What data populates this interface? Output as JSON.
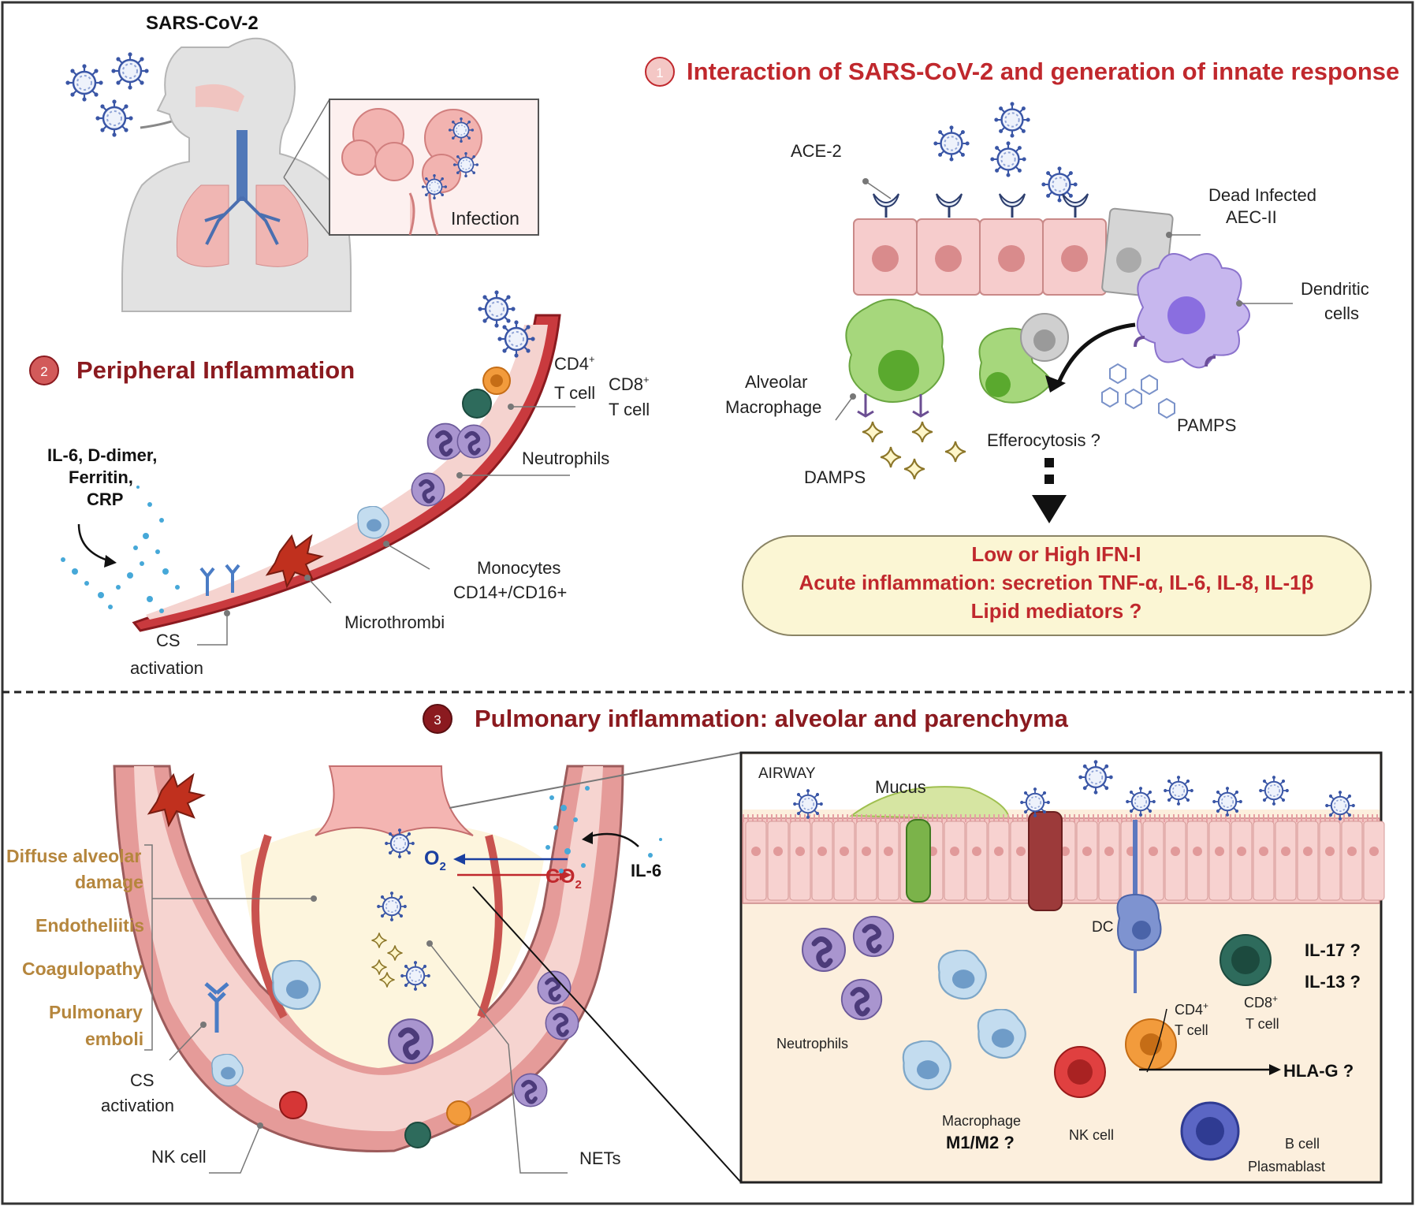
{
  "virus_title": "SARS-CoV-2",
  "infection_label": "Infection",
  "section1": {
    "number": "1",
    "title": "Interaction of SARS-CoV-2 and generation of innate response",
    "ace2": "ACE-2",
    "dead_infected_1": "Dead Infected",
    "dead_infected_2": "AEC-II",
    "dendritic_1": "Dendritic",
    "dendritic_2": "cells",
    "alveolar_1": "Alveolar",
    "alveolar_2": "Macrophage",
    "damps": "DAMPS",
    "efferocytosis": "Efferocytosis ?",
    "pamps": "PAMPS",
    "outcome_1": "Low or High  IFN-I",
    "outcome_2": "Acute inflammation:  secretion TNF-α, IL-6, IL-8, IL-1β",
    "outcome_3": "Lipid mediators ?"
  },
  "section2": {
    "number": "2",
    "title": "Peripheral Inflammation",
    "markers_1": "IL-6, D-dimer,",
    "markers_2": "Ferritin,",
    "markers_3": "CRP",
    "cd4_1": "CD4",
    "cd4_sup": "+",
    "cd4_2": "T cell",
    "cd8_1": "CD8",
    "cd8_sup": "+",
    "cd8_2": "T cell",
    "neutrophils": "Neutrophils",
    "monocytes_1": "Monocytes",
    "monocytes_2": "CD14+/CD16+",
    "microthrombi": "Microthrombi",
    "cs_1": "CS",
    "cs_2": "activation"
  },
  "section3": {
    "number": "3",
    "title": "Pulmonary inflammation: alveolar and parenchyma",
    "diffuse_1": "Diffuse alveolar",
    "diffuse_2": "damage",
    "endotheliitis": "Endotheliitis",
    "coagulopathy": "Coagulopathy",
    "pulmonary_1": "Pulmonary",
    "pulmonary_2": "emboli",
    "cs_1": "CS",
    "cs_2": "activation",
    "nk_cell": "NK cell",
    "nets": "NETs",
    "il6": "IL-6",
    "o2": "O",
    "o2_sub": "2",
    "co2": "CO",
    "co2_sub": "2"
  },
  "airway": {
    "title": "AIRWAY",
    "mucus": "Mucus",
    "dc": "DC",
    "il17": "IL-17 ?",
    "il13": "IL-13 ?",
    "cd4_1": "CD4",
    "cd4_sup": "+",
    "cd4_2": "T cell",
    "cd8_1": "CD8",
    "cd8_sup": "+",
    "cd8_2": "T cell",
    "neutrophils": "Neutrophils",
    "macrophage_1": "Macrophage",
    "macrophage_2": "M1/M2 ?",
    "nk_cell": "NK cell",
    "hlag": "HLA-G ?",
    "bcell_1": "B cell",
    "bcell_2": "Plasmablast"
  },
  "colors": {
    "heading_red": "#c0282d",
    "dark_red": "#8b1a1f",
    "gold": "#b5863d",
    "tissue_pink": "#f1c9c5",
    "virus_blue": "#3a56a6",
    "outcome_fill": "#fbf6d4"
  }
}
